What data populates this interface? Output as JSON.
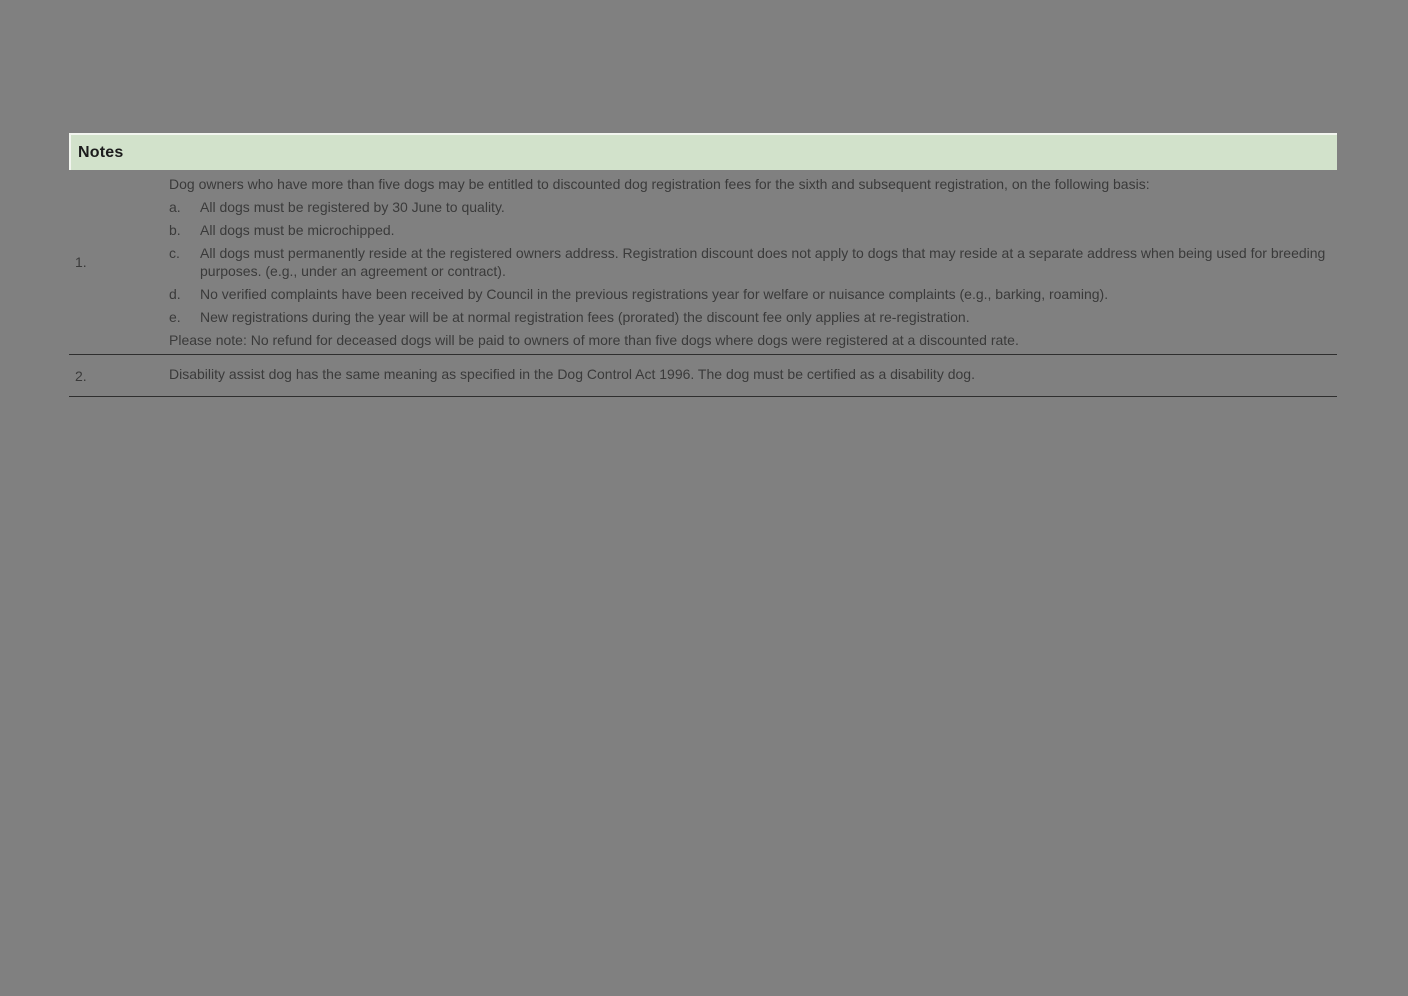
{
  "page": {
    "background_color": "#808080",
    "header_background_color": "#d2e2cb"
  },
  "notes_table": {
    "header_title": "Notes",
    "rows": [
      {
        "number": "1.",
        "intro": "Dog owners who have more than five dogs may be entitled to discounted dog registration fees for the sixth and subsequent registration, on the following basis:",
        "items": [
          {
            "letter": "a.",
            "text": "All dogs must be registered by 30 June to quality."
          },
          {
            "letter": "b.",
            "text": "All dogs must be microchipped."
          },
          {
            "letter": "c.",
            "text": "All dogs must permanently reside at the registered owners address. Registration discount does not apply to dogs that may reside at a separate address when being used for breeding purposes. (e.g., under an agreement or contract)."
          },
          {
            "letter": "d.",
            "text": "No verified complaints have been received by Council in the previous registrations year for welfare or nuisance complaints (e.g., barking, roaming)."
          },
          {
            "letter": "e.",
            "text": "New registrations during the year will be at normal registration fees (prorated) the discount fee only applies at re-registration."
          }
        ],
        "note": "Please note: No refund for deceased dogs will be paid to owners of more than five dogs where dogs were registered at a discounted rate."
      },
      {
        "number": "2.",
        "text": "Disability assist dog has the same meaning as specified in the Dog Control Act 1996. The dog must be certified as a disability dog."
      }
    ]
  }
}
